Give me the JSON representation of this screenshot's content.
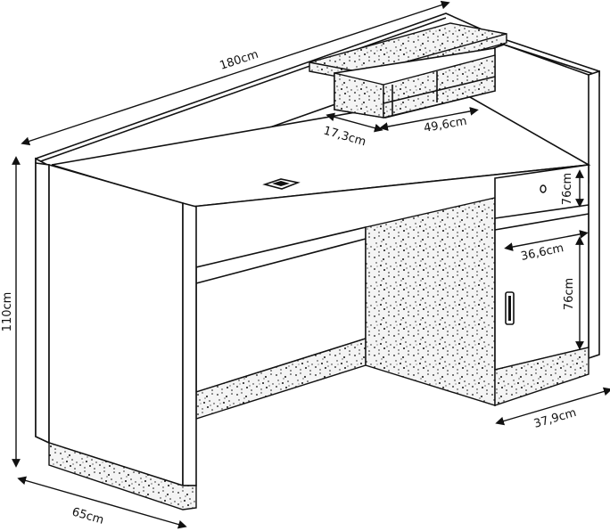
{
  "dimensions": {
    "width_total": "180cm",
    "height_total": "110cm",
    "depth_side": "65cm",
    "shelf_depth": "17,3cm",
    "shelf_width": "49,6cm",
    "drawer_height": "76cm",
    "cabinet_width": "36,6cm",
    "cabinet_height": "76cm",
    "base_depth": "37,9cm"
  }
}
